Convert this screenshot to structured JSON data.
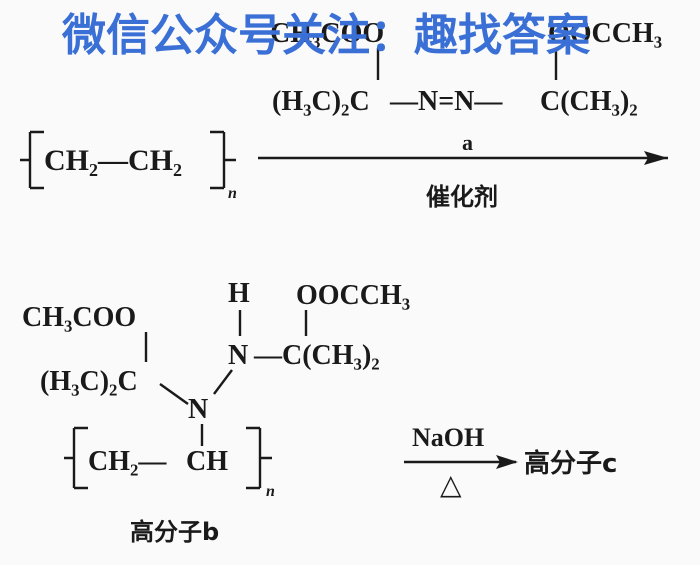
{
  "watermark": "微信公众号关注：趣找答案",
  "reaction1": {
    "monomer": {
      "chain": "CH₂—CH₂",
      "subscript": "n"
    },
    "reagent": {
      "left_top": "CH₃COO",
      "left_bottom": "(H₃C)₂C",
      "azo": "—N=N—",
      "right_top": "OOCCH₃",
      "right_bottom": "C(CH₃)₂"
    },
    "label_a": "a",
    "catalyst": "催化剂"
  },
  "product_b": {
    "left_top": "CH₃COO",
    "left_mid": "(H₃C)₂C",
    "N_center": "N",
    "H_top": "H",
    "N_right": "N",
    "right_top": "OOCCH₃",
    "right_mid": "—C(CH₃)₂",
    "chain_left": "CH₂—",
    "chain_right": "CH",
    "subscript": "n",
    "caption": "高分子b"
  },
  "reaction2": {
    "reagent": "NaOH",
    "condition": "△",
    "product": "高分子c"
  }
}
